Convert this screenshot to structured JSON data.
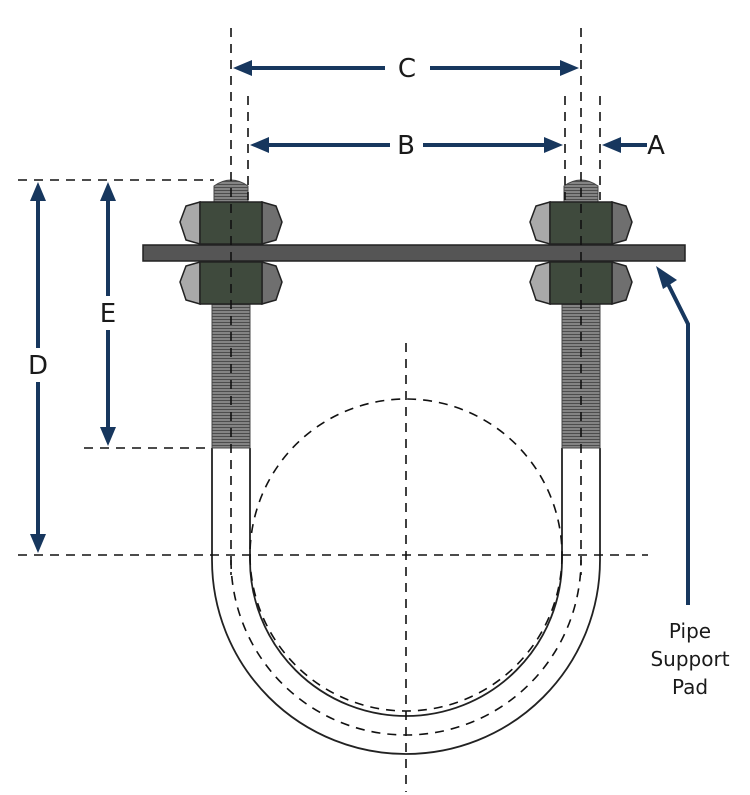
{
  "diagram": {
    "labels": {
      "a": "A",
      "b": "B",
      "c": "C",
      "d": "D",
      "e": "E"
    },
    "pad_note": {
      "line1": "Pipe",
      "line2": "Support",
      "line3": "Pad"
    },
    "colors": {
      "dimension": "#17375e",
      "nut_center": "#3f4a3d",
      "nut_side_light": "#a9a9a9",
      "nut_side_dark": "#6f6f6f",
      "pad": "#555555",
      "thread": "#666666"
    }
  }
}
